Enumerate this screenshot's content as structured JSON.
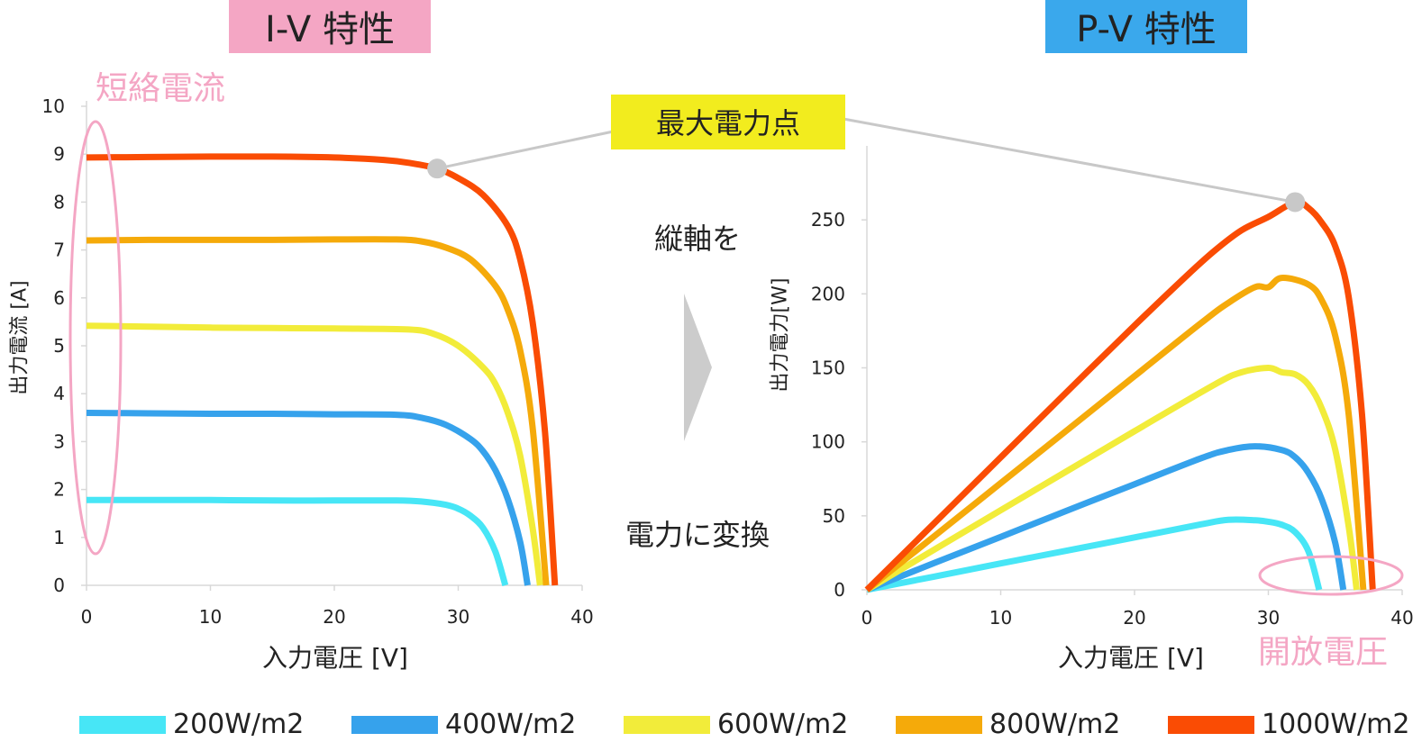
{
  "labels": {
    "iv_title": "I-V 特性",
    "pv_title": "P-V 特性",
    "short_circuit": "短絡電流",
    "open_circuit": "開放電圧",
    "mpp": "最大電力点",
    "convert_line1": "縦軸を",
    "convert_line2": "電力に変換"
  },
  "colors": {
    "iv_title_bg": "#f4a6c4",
    "pv_title_bg": "#3aa8ec",
    "mpp_bg": "#f2ec1e",
    "annotation_pink": "#f4a6c4",
    "axis": "#d8d8d8",
    "arrow": "#cccccc",
    "mpp_marker": "#c8c8c8"
  },
  "legend": [
    {
      "label": "200W/m2",
      "color": "#47e6f6"
    },
    {
      "label": "400W/m2",
      "color": "#36a2ec"
    },
    {
      "label": "600W/m2",
      "color": "#f2ec3a"
    },
    {
      "label": "800W/m2",
      "color": "#f5aa0a"
    },
    {
      "label": "1000W/m2",
      "color": "#fa4c04"
    }
  ],
  "chart_data": [
    {
      "type": "line",
      "xlabel": "入力電圧 [V]",
      "ylabel": "出力電流 [A]",
      "xlim": [
        0,
        40
      ],
      "ylim": [
        0,
        10
      ],
      "xticks": [
        "0",
        "10",
        "20",
        "30",
        "40"
      ],
      "yticks": [
        "0",
        "1",
        "2",
        "3",
        "4",
        "5",
        "6",
        "7",
        "8",
        "9",
        "10"
      ],
      "series": [
        {
          "name": "200W/m2",
          "x": [
            0,
            5,
            10,
            15,
            20,
            25,
            27,
            29,
            30,
            31,
            32,
            33,
            33.8
          ],
          "values": [
            1.78,
            1.78,
            1.78,
            1.77,
            1.77,
            1.77,
            1.75,
            1.68,
            1.6,
            1.45,
            1.2,
            0.7,
            0
          ]
        },
        {
          "name": "400W/m2",
          "x": [
            0,
            5,
            10,
            15,
            20,
            25,
            27,
            29,
            31,
            32,
            33,
            34,
            35,
            35.6
          ],
          "values": [
            3.6,
            3.59,
            3.58,
            3.58,
            3.57,
            3.56,
            3.5,
            3.35,
            3.05,
            2.8,
            2.4,
            1.8,
            0.9,
            0
          ]
        },
        {
          "name": "600W/m2",
          "x": [
            0,
            5,
            10,
            15,
            20,
            26,
            28,
            30,
            32,
            33,
            34,
            35,
            36,
            36.6
          ],
          "values": [
            5.42,
            5.4,
            5.38,
            5.37,
            5.36,
            5.34,
            5.25,
            5.0,
            4.55,
            4.2,
            3.6,
            2.7,
            1.2,
            0
          ]
        },
        {
          "name": "800W/m2",
          "x": [
            0,
            5,
            10,
            15,
            20,
            25,
            27,
            29,
            31,
            33,
            34,
            35,
            36,
            37.1
          ],
          "values": [
            7.2,
            7.21,
            7.21,
            7.21,
            7.22,
            7.22,
            7.18,
            7.05,
            6.8,
            6.25,
            5.75,
            4.9,
            3.3,
            0
          ]
        },
        {
          "name": "1000W/m2",
          "x": [
            0,
            5,
            10,
            15,
            20,
            24,
            26,
            28.3,
            30,
            32,
            34,
            35,
            36,
            37,
            37.8
          ],
          "values": [
            8.93,
            8.94,
            8.95,
            8.95,
            8.93,
            8.88,
            8.82,
            8.7,
            8.5,
            8.15,
            7.5,
            6.8,
            5.5,
            3.2,
            0
          ]
        }
      ],
      "markers": [
        {
          "label": "最大電力点",
          "x": 28.3,
          "y": 8.7
        }
      ]
    },
    {
      "type": "line",
      "xlabel": "入力電圧 [V]",
      "ylabel": "出力電力[W]",
      "xlim": [
        0,
        40
      ],
      "ylim": [
        0,
        300
      ],
      "xticks": [
        "0",
        "10",
        "20",
        "30",
        "40"
      ],
      "yticks": [
        "0",
        "50",
        "100",
        "150",
        "200",
        "250"
      ],
      "series": [
        {
          "name": "200W/m2",
          "x": [
            0,
            5,
            10,
            15,
            20,
            25,
            27,
            29,
            30,
            31,
            32,
            33,
            33.8
          ],
          "values": [
            0,
            8.9,
            17.8,
            26.6,
            35.4,
            44.3,
            47.3,
            47,
            46,
            44,
            39,
            26,
            0
          ]
        },
        {
          "name": "400W/m2",
          "x": [
            0,
            5,
            10,
            15,
            20,
            25,
            27,
            29,
            31,
            32,
            33,
            34,
            35,
            35.6
          ],
          "values": [
            0,
            18,
            35.8,
            53.7,
            71.4,
            89,
            94.5,
            97,
            94.5,
            89.6,
            79,
            61,
            31.5,
            0
          ]
        },
        {
          "name": "600W/m2",
          "x": [
            0,
            5,
            10,
            15,
            20,
            26,
            28,
            30,
            31,
            32,
            33,
            34,
            35,
            36,
            36.6
          ],
          "values": [
            0,
            27,
            53.8,
            80.5,
            107.2,
            138.8,
            147,
            150,
            147,
            145.6,
            138.6,
            122.4,
            94.5,
            43,
            0
          ]
        },
        {
          "name": "800W/m2",
          "x": [
            0,
            5,
            10,
            15,
            20,
            25,
            27,
            29,
            30,
            31,
            33,
            34,
            35,
            36,
            37.1
          ],
          "values": [
            0,
            36,
            72.1,
            108.2,
            144.4,
            180.5,
            193.9,
            204.5,
            204.5,
            210.8,
            206.3,
            195.5,
            171.5,
            118.8,
            0
          ]
        },
        {
          "name": "1000W/m2",
          "x": [
            0,
            5,
            10,
            15,
            20,
            24,
            26,
            28,
            30,
            32,
            33,
            34,
            35,
            36,
            37,
            37.8
          ],
          "values": [
            0,
            44.7,
            89.5,
            134.3,
            178.6,
            213.1,
            229.3,
            243,
            252,
            262,
            258,
            248,
            232,
            198,
            118,
            0
          ]
        }
      ],
      "markers": [
        {
          "label": "最大電力点",
          "x": 32,
          "y": 262
        }
      ]
    }
  ]
}
